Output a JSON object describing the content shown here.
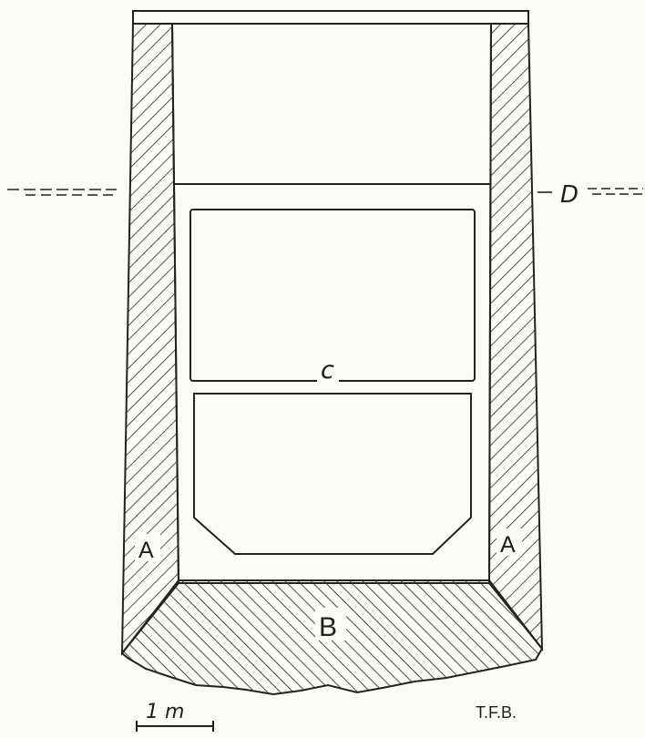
{
  "figure": {
    "labels": {
      "wall_left": "A",
      "wall_right": "A",
      "foundation": "B",
      "caisson": "c",
      "water_level": "D"
    },
    "scale_bar": "1 m",
    "signature": "T.F.B."
  }
}
